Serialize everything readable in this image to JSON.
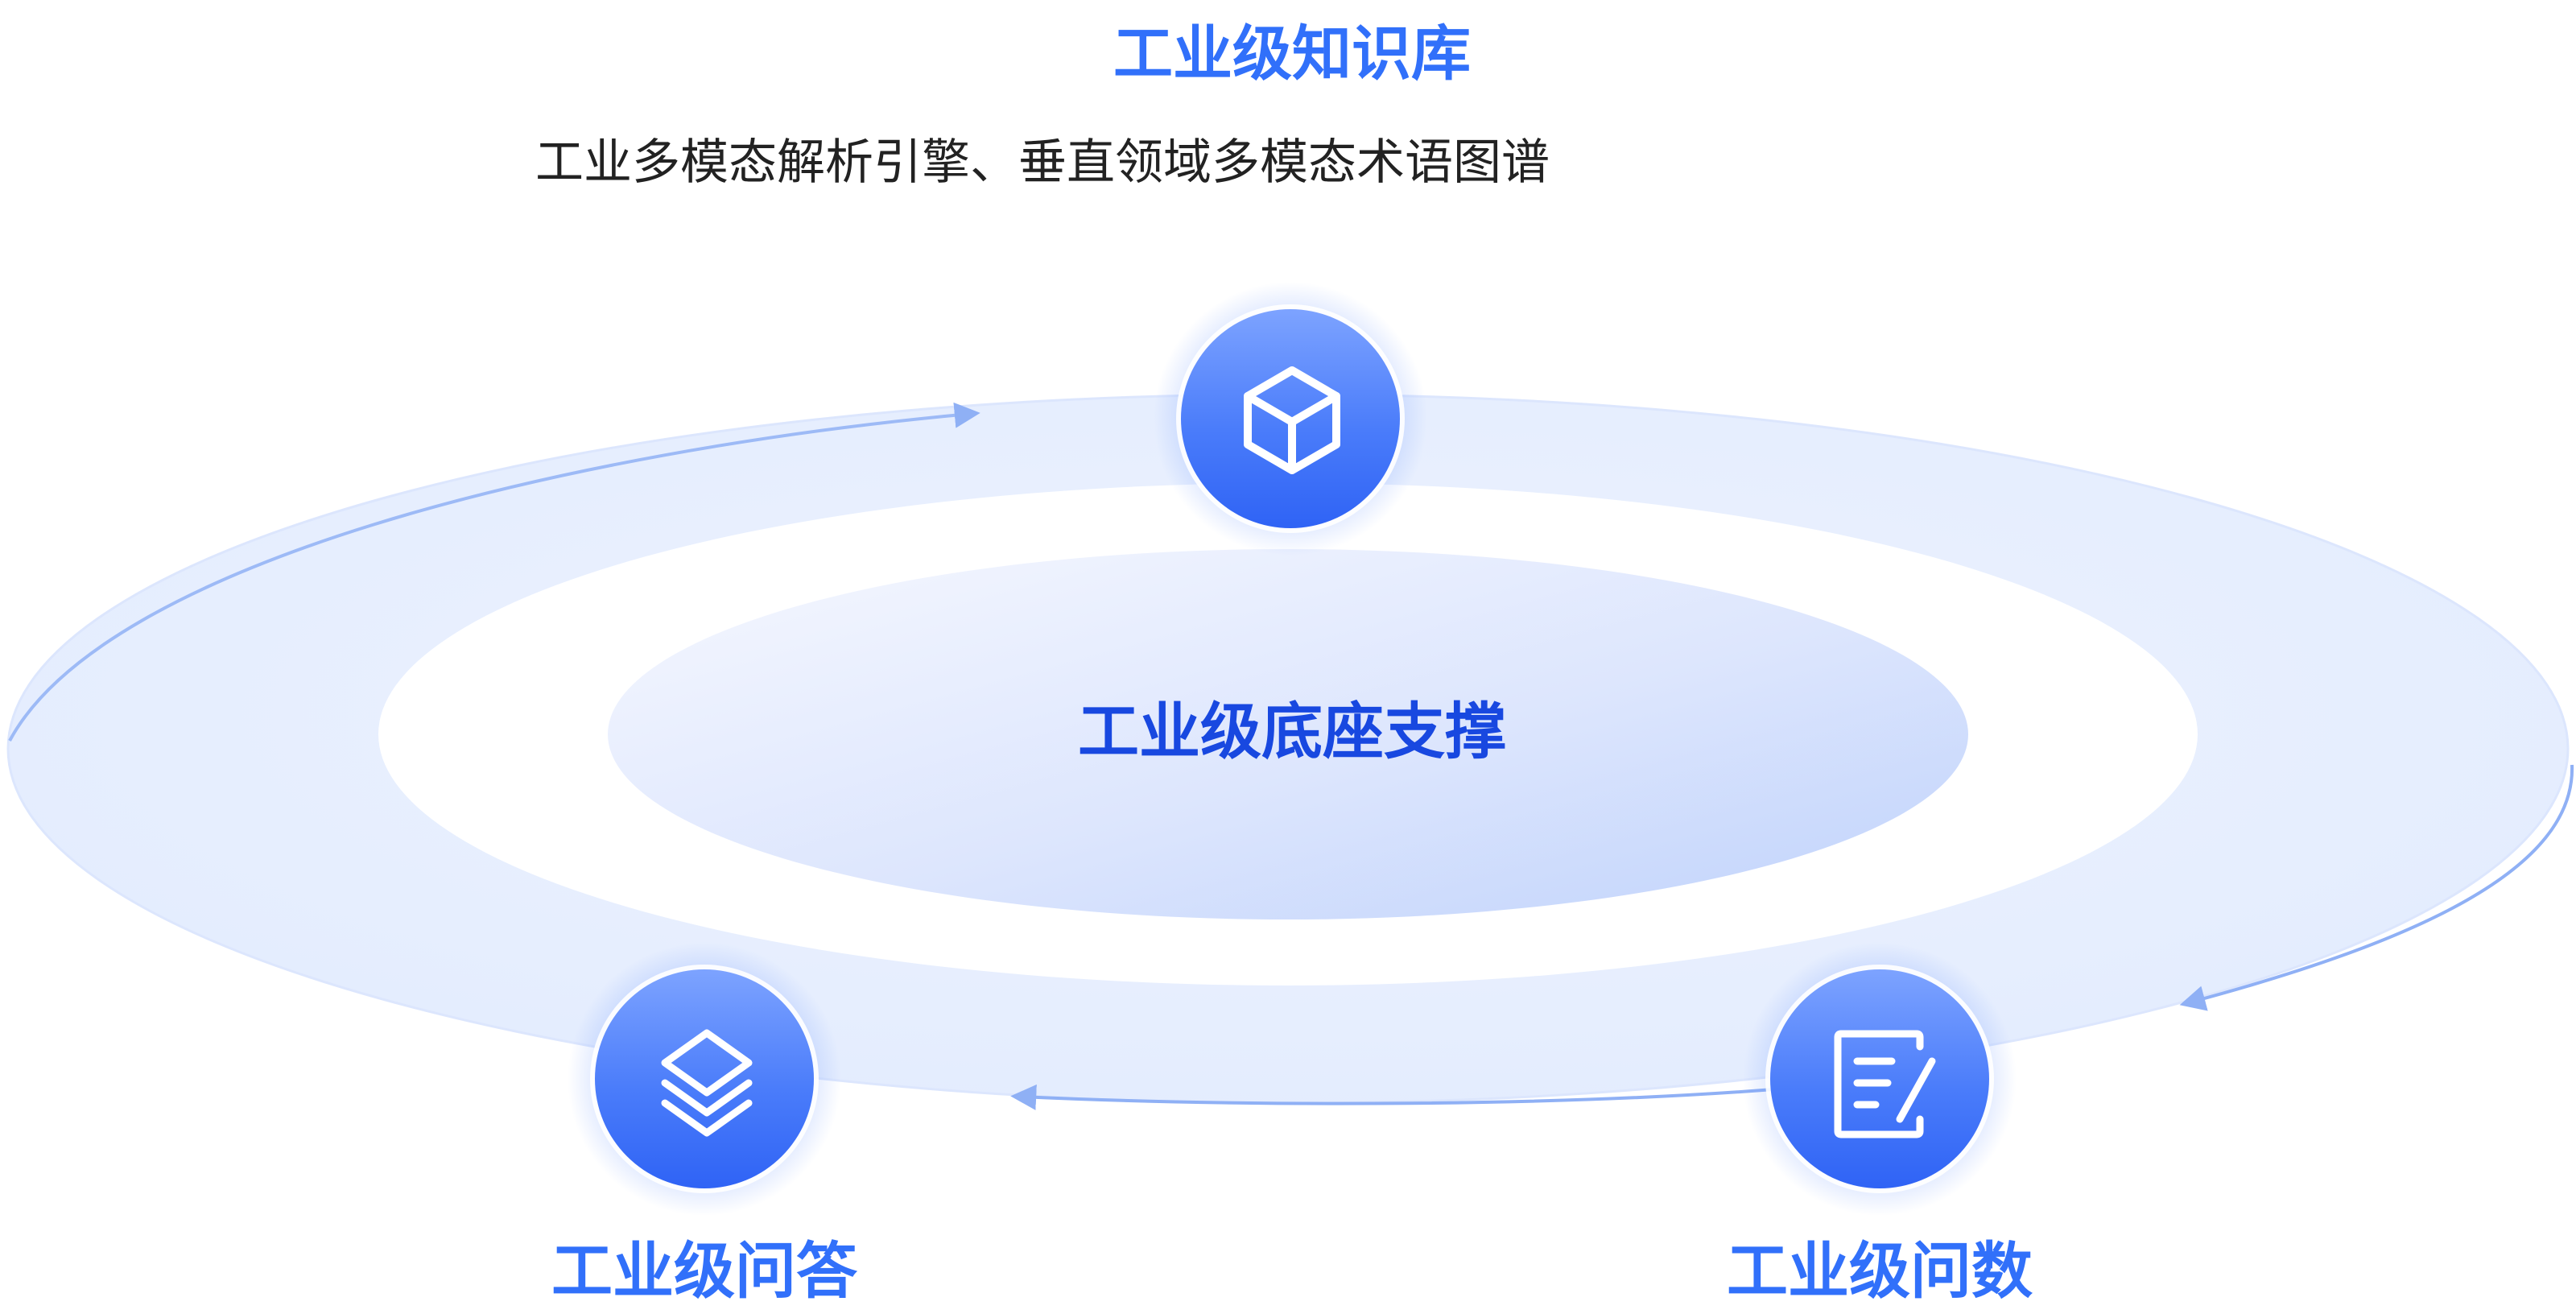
{
  "top_node": {
    "title": "工业级知识库",
    "subtitle": "工业多模态解析引擎、垂直领域多模态术语图谱",
    "icon": "cube-icon"
  },
  "center": {
    "label": "工业级底座支撑"
  },
  "left_node": {
    "title": "工业级问答",
    "icon": "layers-icon"
  },
  "right_node": {
    "title": "工业级问数",
    "icon": "document-edit-icon"
  },
  "colors": {
    "title_blue": "#3170FA",
    "center_text": "#1848E0",
    "subtitle": "#222222",
    "node_light": "#6E99FF",
    "node_dark": "#3567F7",
    "arrow": "#8FB0F5"
  }
}
